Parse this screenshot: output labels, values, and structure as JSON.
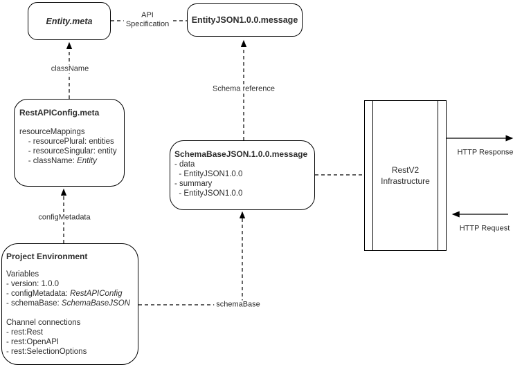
{
  "canvas": {
    "background": "#ffffff",
    "line_color": "#000000",
    "text_color": "#2d2d2d"
  },
  "boxes": {
    "entity_meta": {
      "title": "Entity.meta"
    },
    "entity_json": {
      "title": "EntityJSON1.0.0.message"
    },
    "rest_api_config": {
      "title": "RestAPIConfig.meta",
      "lines": [
        {
          "pre": "resourceMappings"
        },
        {
          "pre": "    - resourcePlural: entities"
        },
        {
          "pre": "    - resourceSingular: entity"
        },
        {
          "pre": "    - className: ",
          "italic": "Entity"
        }
      ]
    },
    "schema_base": {
      "title": "SchemaBaseJSON.1.0.0.message",
      "lines": [
        {
          "pre": "- data"
        },
        {
          "pre": "  - EntityJSON1.0.0"
        },
        {
          "pre": "- summary"
        },
        {
          "pre": "  - EntityJSON1.0.0"
        }
      ]
    },
    "rest_v2": {
      "line1": "RestV2",
      "line2": "Infrastructure"
    },
    "project_env": {
      "title": "Project Environment",
      "lines": [
        {
          "pre": "Variables"
        },
        {
          "pre": "- version: 1.0.0"
        },
        {
          "pre": "- configMetadata: ",
          "italic": "RestAPIConfig"
        },
        {
          "pre": "- schemaBase: ",
          "italic": "SchemaBaseJSON"
        },
        {
          "pre": ""
        },
        {
          "pre": "Channel connections"
        },
        {
          "pre": "- rest:Rest"
        },
        {
          "pre": "- rest:OpenAPI"
        },
        {
          "pre": "- rest:SelectionOptions"
        }
      ]
    }
  },
  "labels": {
    "api_specification_line1": "API",
    "api_specification_line2": "Specification",
    "class_name": "className",
    "schema_reference": "Schema reference",
    "config_metadata": "configMetadata",
    "schema_base": "schemaBase",
    "http_response": "HTTP Response",
    "http_request": "HTTP Request"
  }
}
